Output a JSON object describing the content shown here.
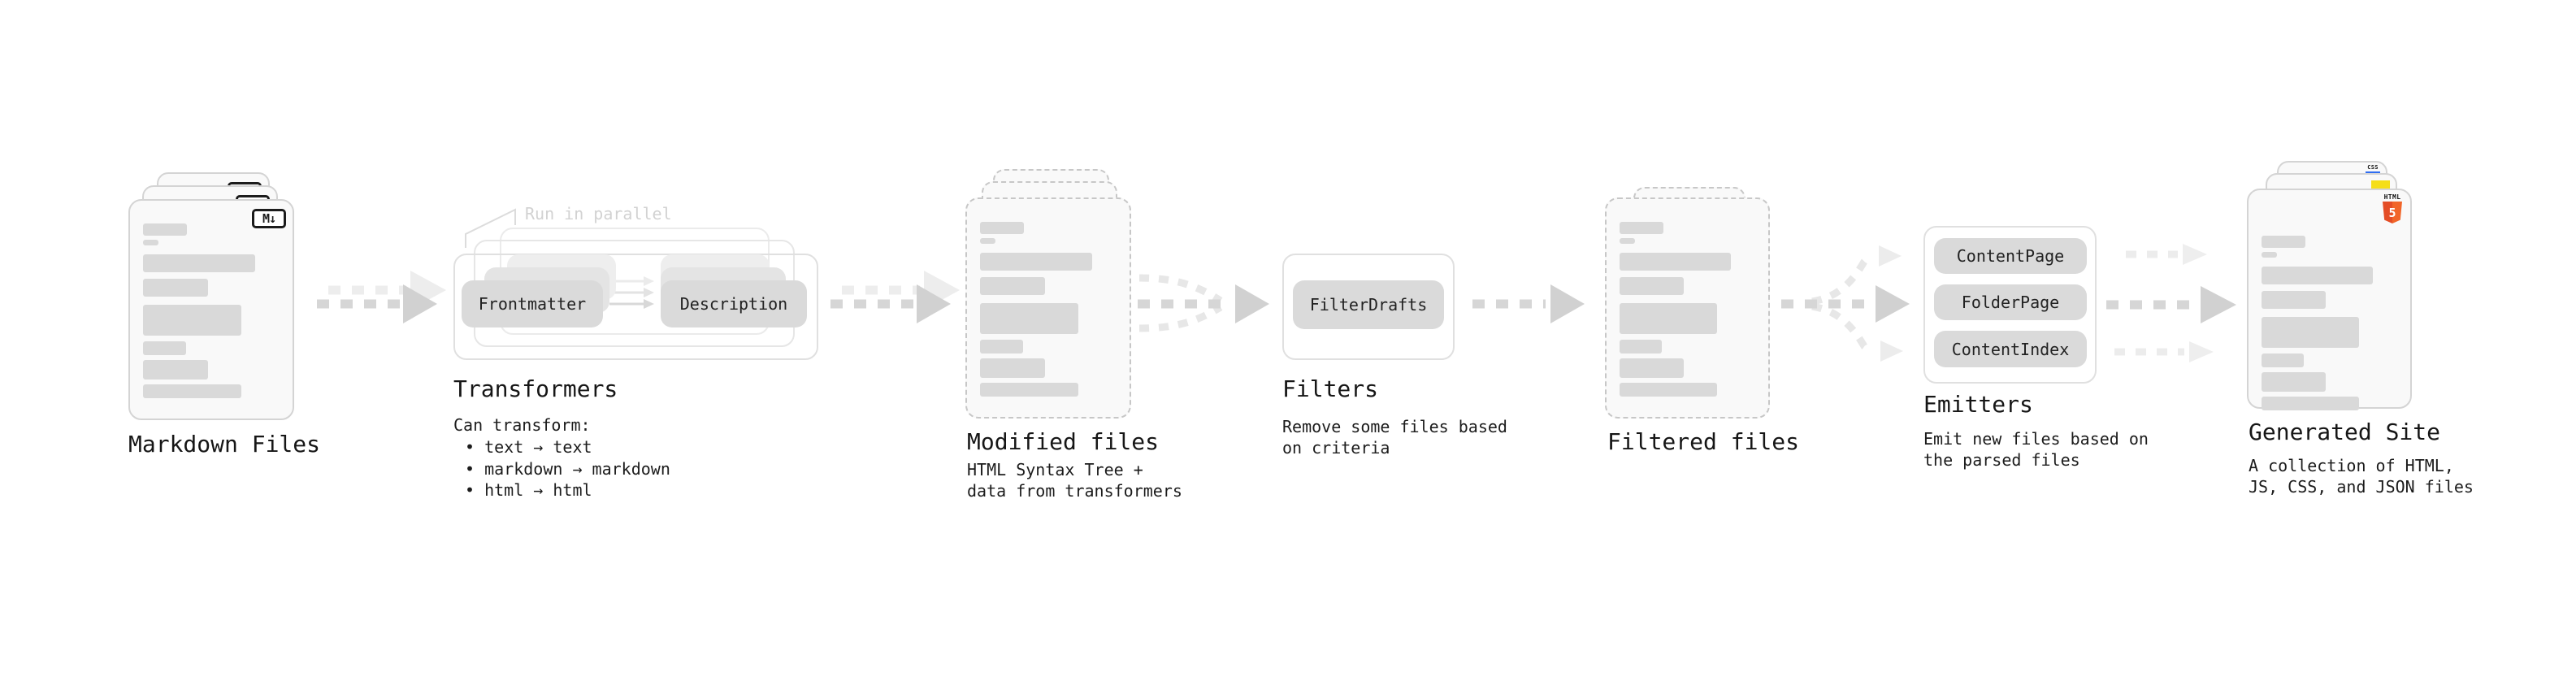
{
  "diagram": {
    "markdown_files": {
      "label": "Markdown Files",
      "file_badge": "M↓"
    },
    "transformers": {
      "annotation": "Run in parallel",
      "input_box": "Frontmatter",
      "output_box": "Description",
      "title": "Transformers",
      "subtitle": "Can transform:",
      "transforms": [
        "• text → text",
        "• markdown → markdown",
        "• html → html"
      ]
    },
    "modified_files": {
      "title": "Modified files",
      "description": [
        "HTML Syntax Tree +",
        "data from transformers"
      ]
    },
    "filters": {
      "box": "FilterDrafts",
      "title": "Filters",
      "description": [
        "Remove some files based",
        "on criteria"
      ]
    },
    "filtered_files": {
      "title": "Filtered files"
    },
    "emitters": {
      "boxes": [
        "ContentPage",
        "FolderPage",
        "ContentIndex"
      ],
      "title": "Emitters",
      "description": [
        "Emit new files based on",
        "the parsed files"
      ]
    },
    "generated_site": {
      "title": "Generated Site",
      "description": [
        "A collection of HTML,",
        "JS, CSS, and JSON files"
      ],
      "css_badge": "CSS",
      "html_badge": "HTML",
      "html_badge_number": "5"
    },
    "colors": {
      "html5_orange": "#E44D26",
      "html5_orange_light": "#F16529",
      "js_yellow": "#F5DE19",
      "css_blue": "#2F6DF2",
      "doc_fill": "#F9F9F9",
      "content_bar_gray": "#D9D9D9",
      "arrow_gray": "#D6D6D6"
    }
  }
}
